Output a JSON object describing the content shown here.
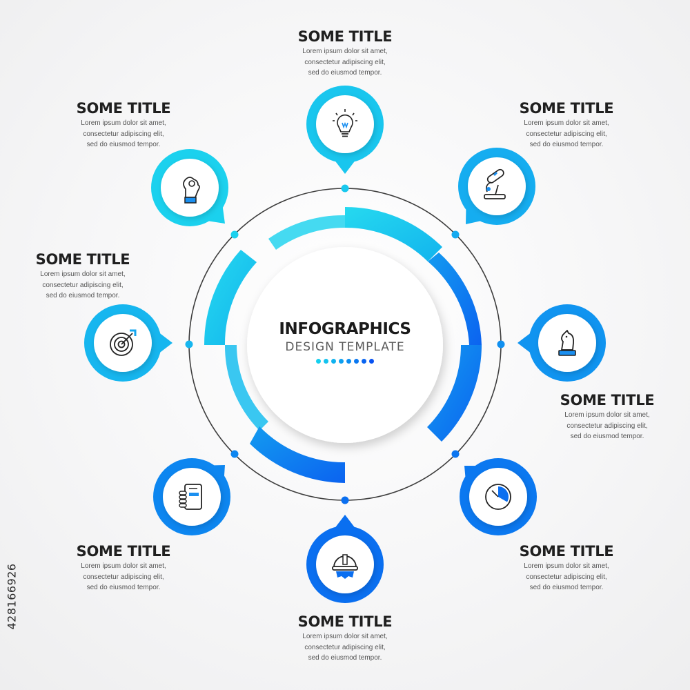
{
  "center": {
    "title": "INFOGRAPHICS",
    "subtitle": "DESIGN TEMPLATE",
    "dot_colors": [
      "#15d0ef",
      "#14c3ef",
      "#10b2ef",
      "#0ea0f0",
      "#0c8df0",
      "#0a78f1",
      "#0964f1",
      "#0752f2"
    ]
  },
  "steps": [
    {
      "title": "SOME TITLE",
      "lines": [
        "Lorem ipsum dolor sit amet,",
        "consectetur adipiscing elit,",
        "sed do eiusmod tempor."
      ],
      "icon": "lightbulb-icon",
      "color": "#19c6ee"
    },
    {
      "title": "SOME TITLE",
      "lines": [
        "Lorem ipsum dolor sit amet,",
        "consectetur adipiscing elit,",
        "sed do eiusmod tempor."
      ],
      "icon": "microscope-icon",
      "color": "#15adf0"
    },
    {
      "title": "SOME TITLE",
      "lines": [
        "Lorem ipsum dolor sit amet,",
        "consectetur adipiscing elit,",
        "sed do eiusmod tempor."
      ],
      "icon": "chess-knight-icon",
      "color": "#1094f0"
    },
    {
      "title": "SOME TITLE",
      "lines": [
        "Lorem ipsum dolor sit amet,",
        "consectetur adipiscing elit,",
        "sed do eiusmod tempor."
      ],
      "icon": "clock-icon",
      "color": "#0b78f0"
    },
    {
      "title": "SOME TITLE",
      "lines": [
        "Lorem ipsum dolor sit amet,",
        "consectetur adipiscing elit,",
        "sed do eiusmod tempor."
      ],
      "icon": "worker-helmet-icon",
      "color": "#0a6ff0"
    },
    {
      "title": "SOME TITLE",
      "lines": [
        "Lorem ipsum dolor sit amet,",
        "consectetur adipiscing elit,",
        "sed do eiusmod tempor."
      ],
      "icon": "hand-notebook-icon",
      "color": "#0d86f0"
    },
    {
      "title": "SOME TITLE",
      "lines": [
        "Lorem ipsum dolor sit amet,",
        "consectetur adipiscing elit,",
        "sed do eiusmod tempor."
      ],
      "icon": "target-arrow-icon",
      "color": "#16b6ef"
    },
    {
      "title": "SOME TITLE",
      "lines": [
        "Lorem ipsum dolor sit amet,",
        "consectetur adipiscing elit,",
        "sed do eiusmod tempor."
      ],
      "icon": "ok-hand-icon",
      "color": "#1bd1ee"
    }
  ],
  "stock_id": "428166926"
}
